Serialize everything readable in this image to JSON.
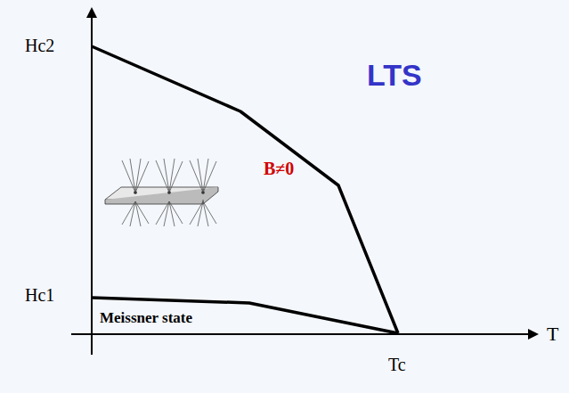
{
  "diagram": {
    "labels": [
      "Hc2",
      "Hc1",
      "LTS",
      "B≠0",
      "Meissner state",
      "T",
      "Tc"
    ]
  }
}
